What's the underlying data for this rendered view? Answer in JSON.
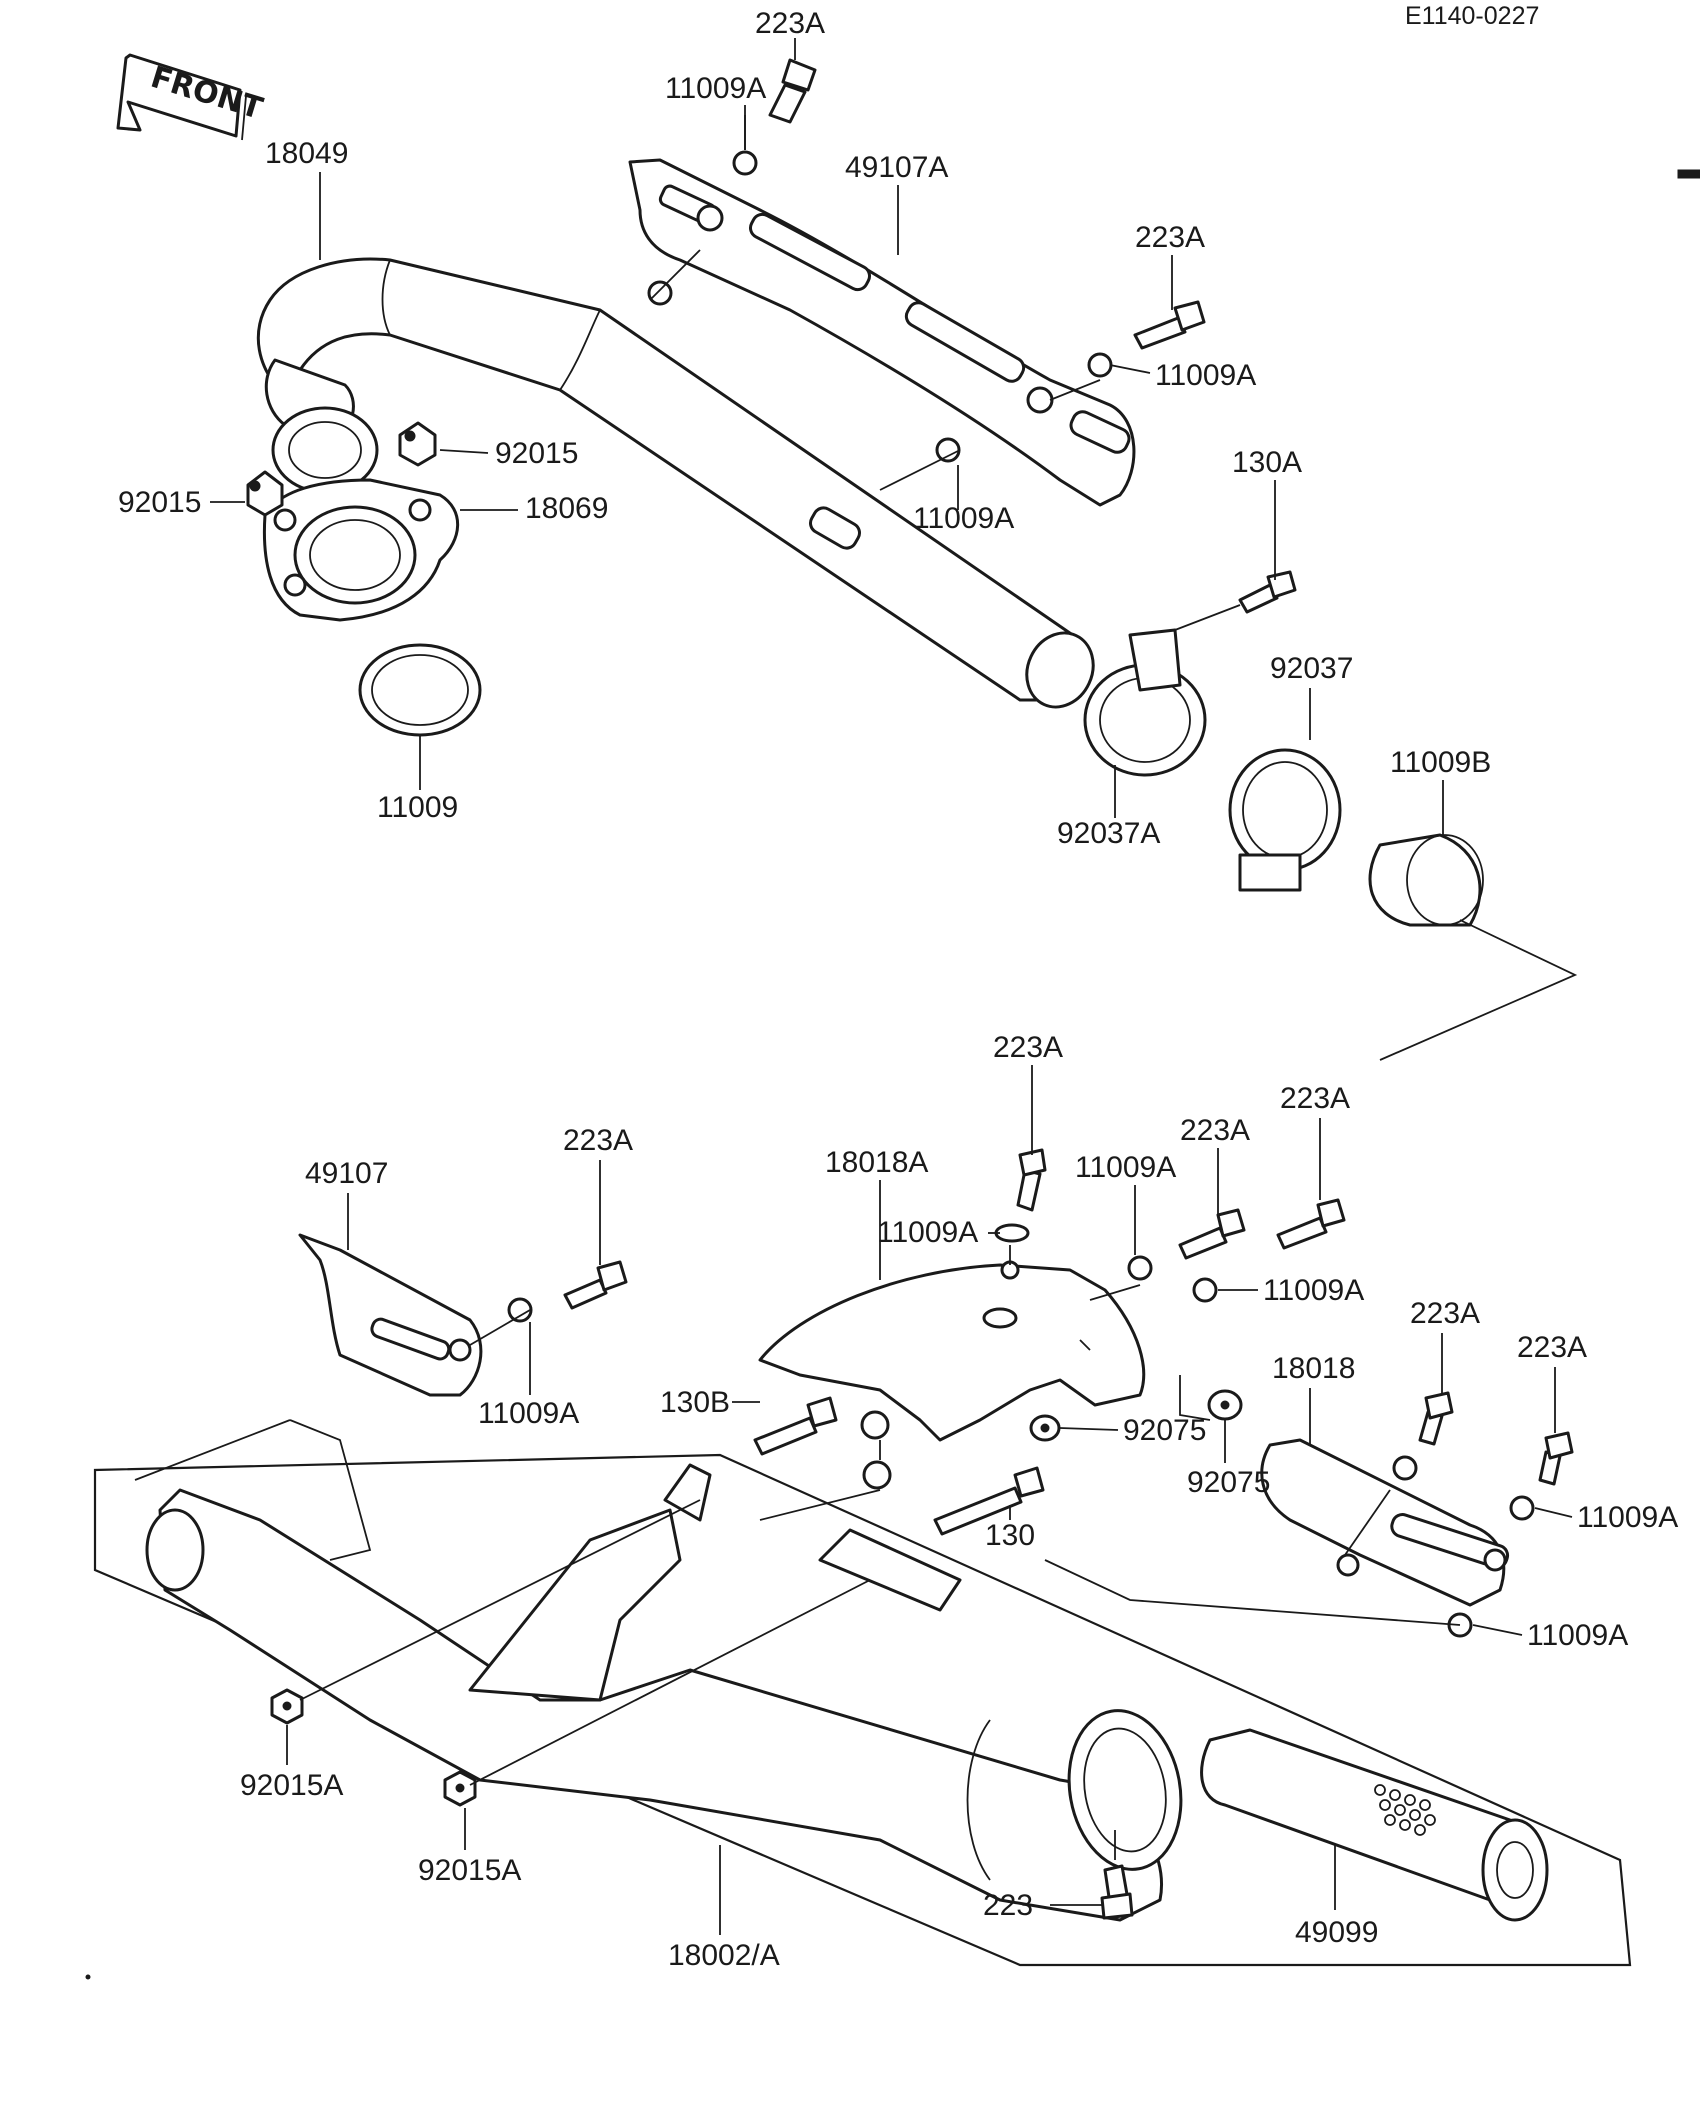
{
  "diagram_code": "E1140-0227",
  "front_arrow": "FRONT",
  "labels": [
    "223A",
    "11009A",
    "49107A",
    "18049",
    "223A",
    "11009A",
    "92015",
    "92015",
    "18069",
    "11009A",
    "130A",
    "11009",
    "92037",
    "92037A",
    "11009B",
    "223A",
    "223A",
    "223A",
    "223A",
    "18018A",
    "11009A",
    "11009A",
    "49107",
    "11009A",
    "11009A",
    "130B",
    "92075",
    "92075",
    "18018",
    "223A",
    "223A",
    "11009A",
    "130",
    "11009A",
    "92015A",
    "92015A",
    "223",
    "49099",
    "18002/A"
  ]
}
